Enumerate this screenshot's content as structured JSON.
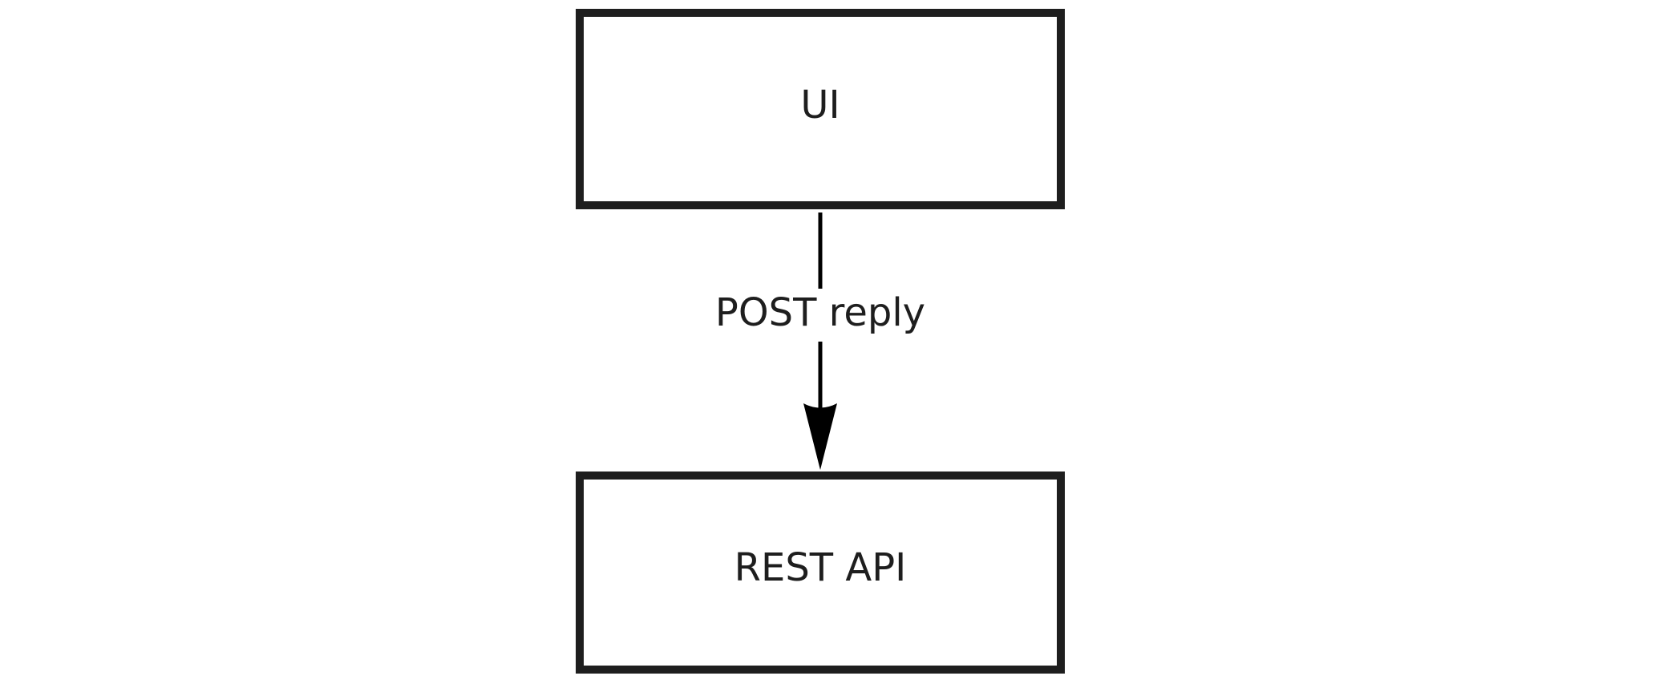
{
  "colors": {
    "stroke": "#1e1e1e",
    "arrow": "#000000",
    "background": "#ffffff"
  },
  "nodes": {
    "ui": {
      "label": "UI"
    },
    "rest_api": {
      "label": "REST API"
    }
  },
  "edges": {
    "post_reply": {
      "label": "POST reply"
    }
  }
}
